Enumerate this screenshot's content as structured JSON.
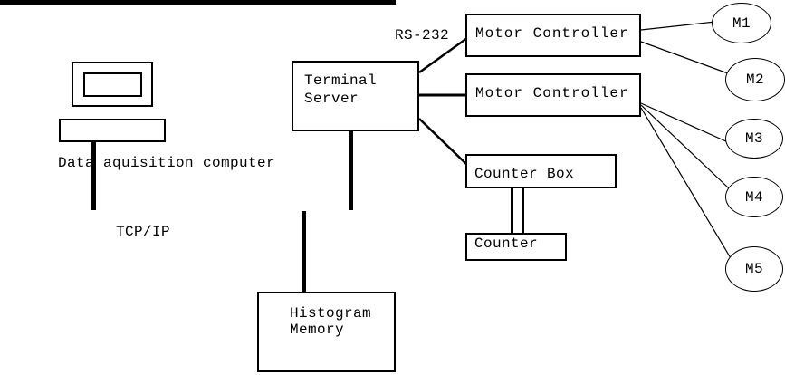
{
  "diagram": {
    "background": "#ffffff",
    "line_color": "#000000",
    "labels": {
      "computer": "Data aquisition computer",
      "bus": "TCP/IP",
      "serial": "RS-232"
    },
    "nodes": {
      "terminal_server": "Terminal\nServer",
      "motor_controller_1": "Motor Controller",
      "motor_controller_2": "Motor Controller",
      "counter_box": "Counter Box",
      "counter": "Counter",
      "histogram_memory": "Histogram\nMemory"
    },
    "motors": [
      "M1",
      "M2",
      "M3",
      "M4",
      "M5"
    ]
  }
}
